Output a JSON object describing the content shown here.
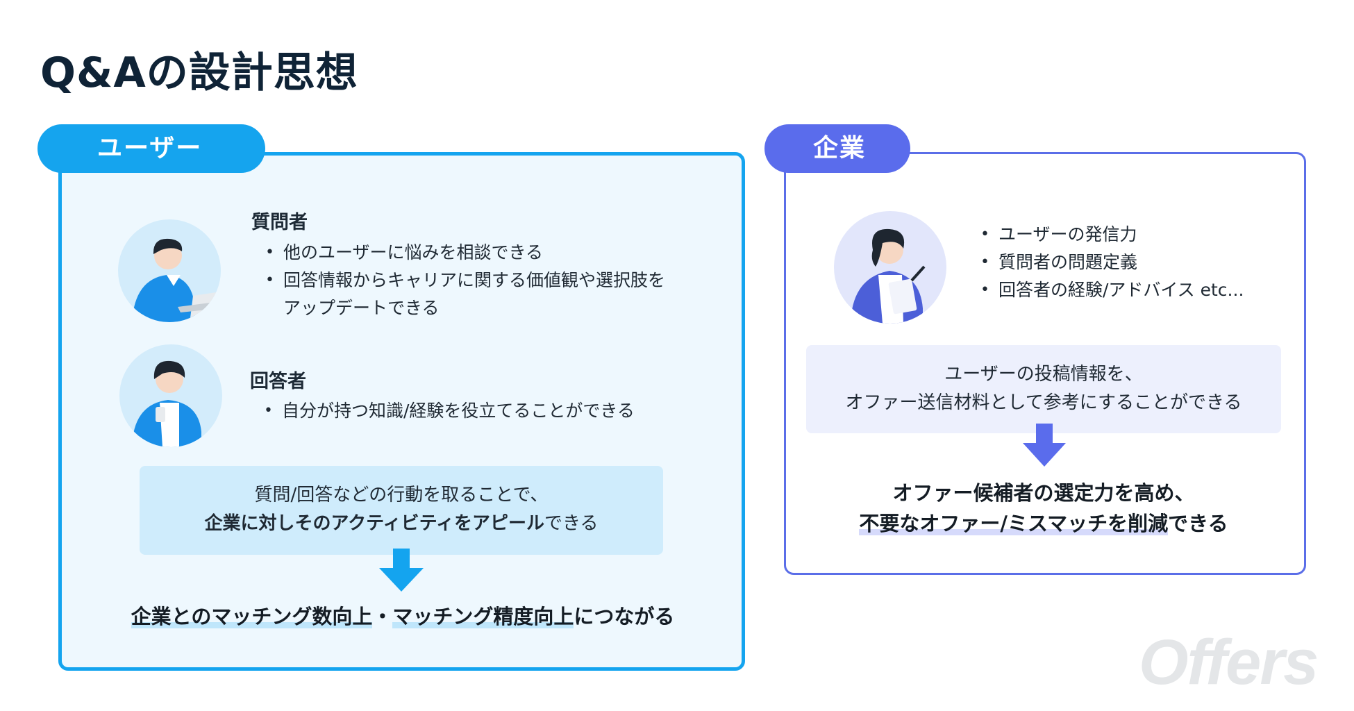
{
  "title": "Q&Aの設計思想",
  "user_panel": {
    "tab_label": "ユーザー",
    "questioner": {
      "heading": "質問者",
      "bullets": [
        "他のユーザーに悩みを相談できる",
        "回答情報からキャリアに関する価値観や選択肢を",
        "アップデートできる"
      ]
    },
    "answerer": {
      "heading": "回答者",
      "bullets": [
        "自分が持つ知識/経験を役立てることができる"
      ]
    },
    "callout": {
      "line1": "質問/回答などの行動を取ることで、",
      "line2_bold": "企業に対しそのアクティビティをアピール",
      "line2_normal": "できる"
    },
    "result": {
      "part1": "企業とのマッチング数向上",
      "sep": "・",
      "part2": "マッチング精度向上",
      "part3": "につながる"
    }
  },
  "company_panel": {
    "tab_label": "企業",
    "bullets": [
      "ユーザーの発信力",
      "質問者の問題定義",
      "回答者の経験/アドバイス etc..."
    ],
    "callout": {
      "line1": "ユーザーの投稿情報を、",
      "line2": "オファー送信材料として参考にすることができる"
    },
    "result": {
      "line1": "オファー候補者の選定力を高め、",
      "line2_hl": "不要なオファー/ミスマッチを削減",
      "line2_normal": "できる"
    }
  },
  "logo_text": "Offers",
  "colors": {
    "user_accent": "#14a4ef",
    "company_accent": "#5a6cec",
    "title": "#0f2336"
  }
}
